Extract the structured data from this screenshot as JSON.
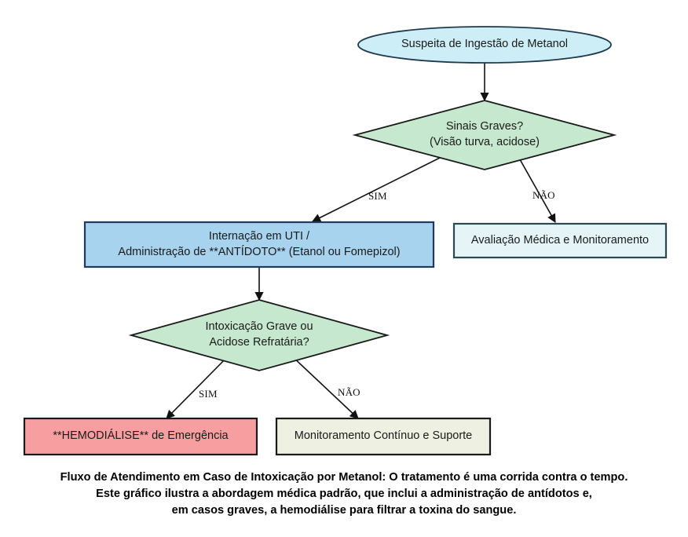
{
  "diagram": {
    "type": "flowchart",
    "title": "Fluxo de Atendimento em Caso de Intoxicação por Metanol",
    "background_color": "#ffffff",
    "nodes": [
      {
        "id": "start",
        "shape": "ellipse",
        "label": "Suspeita de Ingestão de Metanol",
        "fill": "#cdeef6",
        "stroke": "#1f3a4d"
      },
      {
        "id": "decision1",
        "shape": "diamond",
        "label": "Sinais Graves?\n(Visão turva, acidose)",
        "fill": "#c6e8ce",
        "stroke": "#1a1a1a"
      },
      {
        "id": "uti",
        "shape": "rect",
        "label": "Internação em UTI /\nAdministração de **ANTÍDOTO** (Etanol ou Fomepizol)",
        "fill": "#a8d3ef",
        "stroke": "#1f3a5c"
      },
      {
        "id": "avaliacao",
        "shape": "rect",
        "label": "Avaliação Médica e Monitoramento",
        "fill": "#e5f5f7",
        "stroke": "#2b4a4f"
      },
      {
        "id": "decision2",
        "shape": "diamond",
        "label": "Intoxicação Grave ou\nAcidose Refratária?",
        "fill": "#c6e8ce",
        "stroke": "#1a1a1a"
      },
      {
        "id": "hemodialise",
        "shape": "rect",
        "label": "**HEMODIÁLISE** de Emergência",
        "fill": "#f79fa0",
        "stroke": "#1a1a1a"
      },
      {
        "id": "monitoramento",
        "shape": "rect",
        "label": "Monitoramento Contínuo e Suporte",
        "fill": "#eef0e1",
        "stroke": "#1a1a1a"
      }
    ],
    "edges": [
      {
        "id": "e1",
        "from": "start",
        "to": "decision1",
        "label": ""
      },
      {
        "id": "e2",
        "from": "decision1",
        "to": "uti",
        "label": "SIM"
      },
      {
        "id": "e3",
        "from": "decision1",
        "to": "avaliacao",
        "label": "NÃO"
      },
      {
        "id": "e4",
        "from": "uti",
        "to": "decision2",
        "label": ""
      },
      {
        "id": "e5",
        "from": "decision2",
        "to": "hemodialise",
        "label": "SIM"
      },
      {
        "id": "e6",
        "from": "decision2",
        "to": "monitoramento",
        "label": "NÃO"
      }
    ]
  },
  "caption": {
    "text": "Fluxo de Atendimento em Caso de Intoxicação por Metanol: O tratamento é uma corrida contra o tempo.\nEste gráfico ilustra a abordagem médica padrão, que inclui a administração de antídotos e,\nem casos graves, a hemodiálise para filtrar a toxina do sangue."
  }
}
